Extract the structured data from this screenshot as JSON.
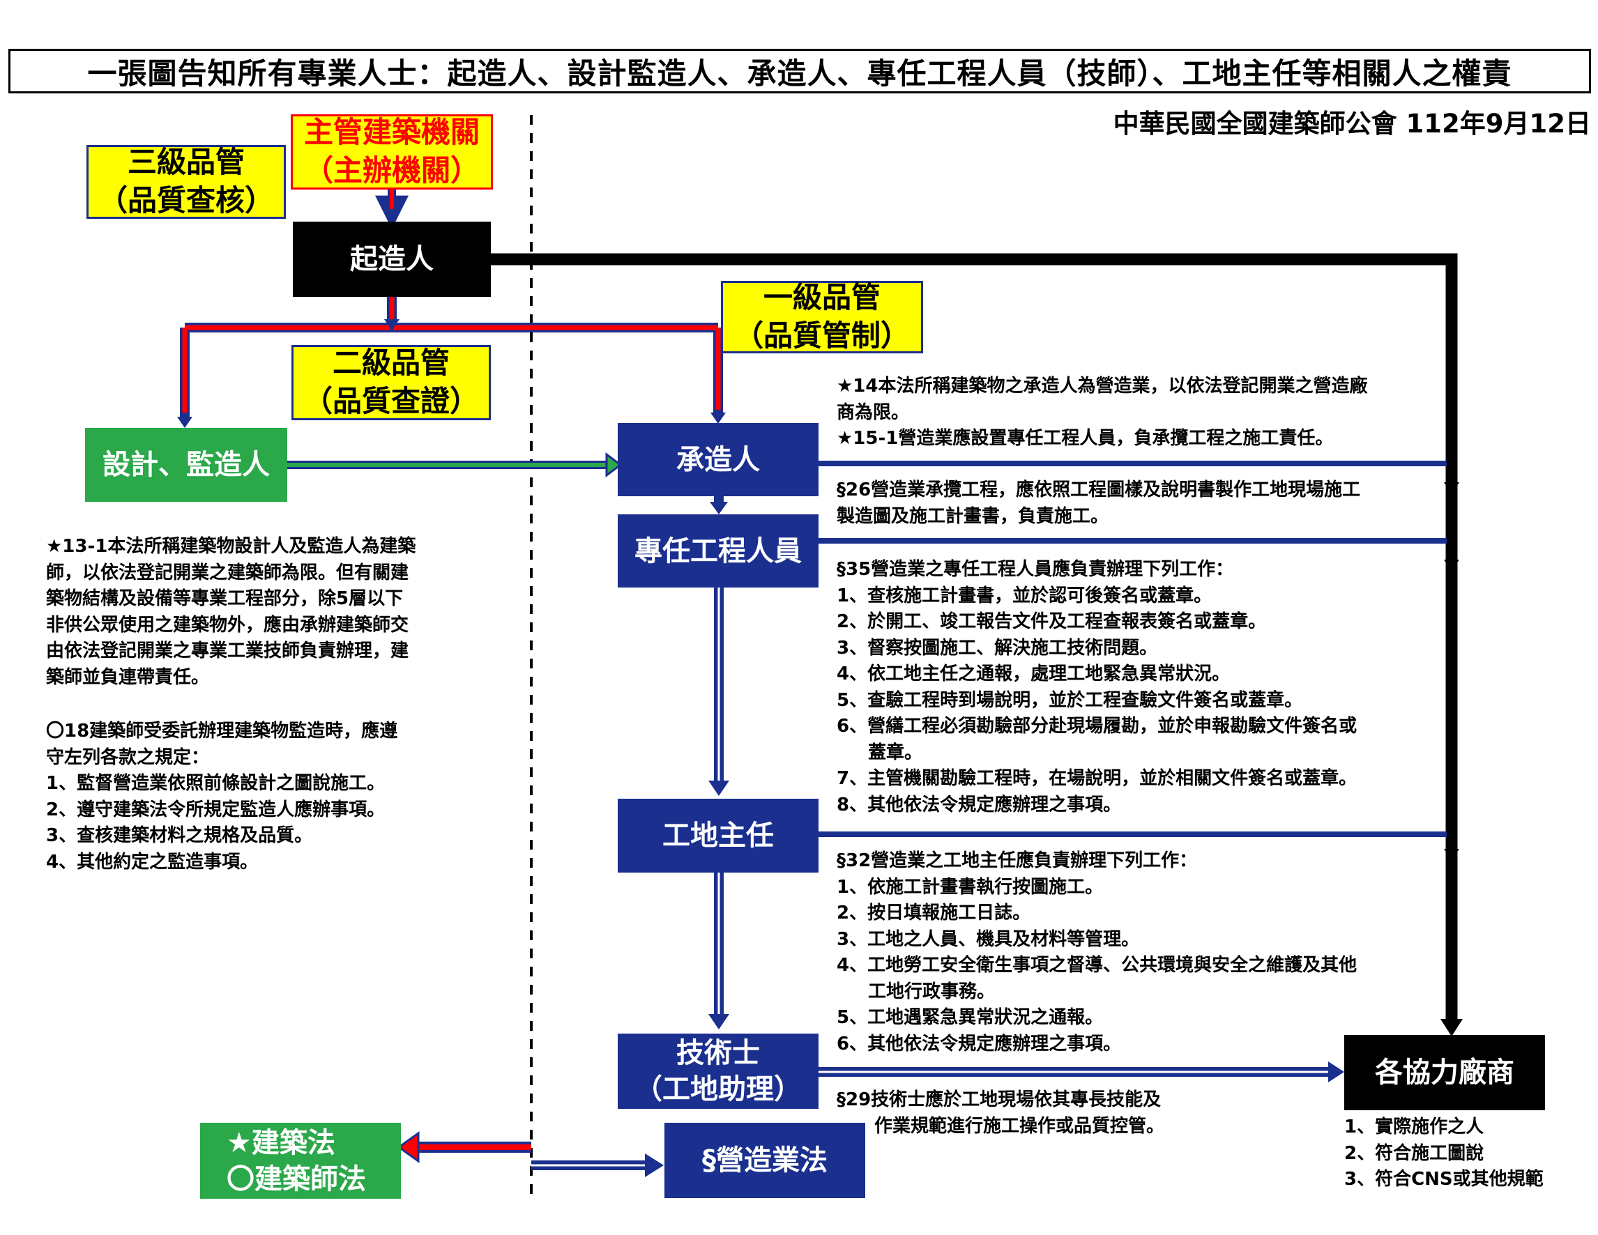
{
  "title": "一張圖告知所有專業人士：起造人、設計監造人、承造人、專任工程人員（技師）、工地主任等相關人之權責",
  "issuer": "中華民國全國建築師公會 112年9月12日",
  "colors": {
    "red": "#ff0000",
    "navy": "#1b2f8f",
    "green": "#2aa84a",
    "black": "#000000",
    "yellow": "#ffff00"
  },
  "nodes": {
    "authority": [
      "主管建築機關",
      "（主辦機關）"
    ],
    "qc3": [
      "三級品管",
      "（品質查核）"
    ],
    "owner": [
      "起造人"
    ],
    "qc1": [
      "一級品管",
      "（品質管制）"
    ],
    "qc2": [
      "二級品管",
      "（品質查證）"
    ],
    "architect": [
      "設計、監造人"
    ],
    "contractor": [
      "承造人"
    ],
    "engineer": [
      "專任工程人員"
    ],
    "site_director": [
      "工地主任"
    ],
    "technician": [
      "技術士",
      "（工地助理）"
    ],
    "subcontractors": [
      "各協力廠商"
    ],
    "building_law": [
      "★建築法",
      "〇建築師法"
    ],
    "construction_law": [
      "§營造業法"
    ]
  },
  "notes": {
    "art14": [
      "★14本法所稱建築物之承造人為營造業，以依法登記開業之營造廠",
      "商為限。",
      "★15-1營造業應設置專任工程人員，負承攬工程之施工責任。"
    ],
    "art26": [
      "§26營造業承攬工程，應依照工程圖樣及說明書製作工地現場施工",
      "製造圖及施工計畫書，負責施工。"
    ],
    "art35": [
      "§35營造業之專任工程人員應負責辦理下列工作：",
      "1、查核施工計畫書，並於認可後簽名或蓋章。",
      "2、於開工、竣工報告文件及工程查報表簽名或蓋章。",
      "3、督察按圖施工、解決施工技術問題。",
      "4、依工地主任之通報，處理工地緊急異常狀況。",
      "5、查驗工程時到場說明，並於工程查驗文件簽名或蓋章。",
      "6、營繕工程必須勘驗部分赴現場履勘，並於申報勘驗文件簽名或",
      "蓋章。",
      "7、主管機關勘驗工程時，在場說明，並於相關文件簽名或蓋章。",
      "8、其他依法令規定應辦理之事項。"
    ],
    "art32": [
      "§32營造業之工地主任應負責辦理下列工作：",
      "1、依施工計畫書執行按圖施工。",
      "2、按日填報施工日誌。",
      "3、工地之人員、機具及材料等管理。",
      "4、工地勞工安全衛生事項之督導、公共環境與安全之維護及其他",
      "工地行政事務。",
      "5、工地遇緊急異常狀況之通報。",
      "6、其他依法令規定應辦理之事項。"
    ],
    "art29": [
      "§29技術士應於工地現場依其專長技能及",
      "作業規範進行施工操作或品質控管。"
    ],
    "art13": [
      "★13-1本法所稱建築物設計人及監造人為建築",
      "師，以依法登記開業之建築師為限。但有關建",
      "築物結構及設備等專業工程部分，除5層以下",
      "非供公眾使用之建築物外，應由承辦建築師交",
      "由依法登記開業之專業工業技師負責辦理，建",
      "築師並負連帶責任。"
    ],
    "art18": [
      "〇18建築師受委託辦理建築物監造時，應遵",
      "守左列各款之規定：",
      "1、監督營造業依照前條設計之圖說施工。",
      "2、遵守建築法令所規定監造人應辦事項。",
      "3、查核建築材料之規格及品質。",
      "4、其他約定之監造事項。"
    ],
    "subcontractor_reqs": [
      "1、實際施作之人",
      "2、符合施工圖說",
      "3、符合CNS或其他規範"
    ]
  }
}
